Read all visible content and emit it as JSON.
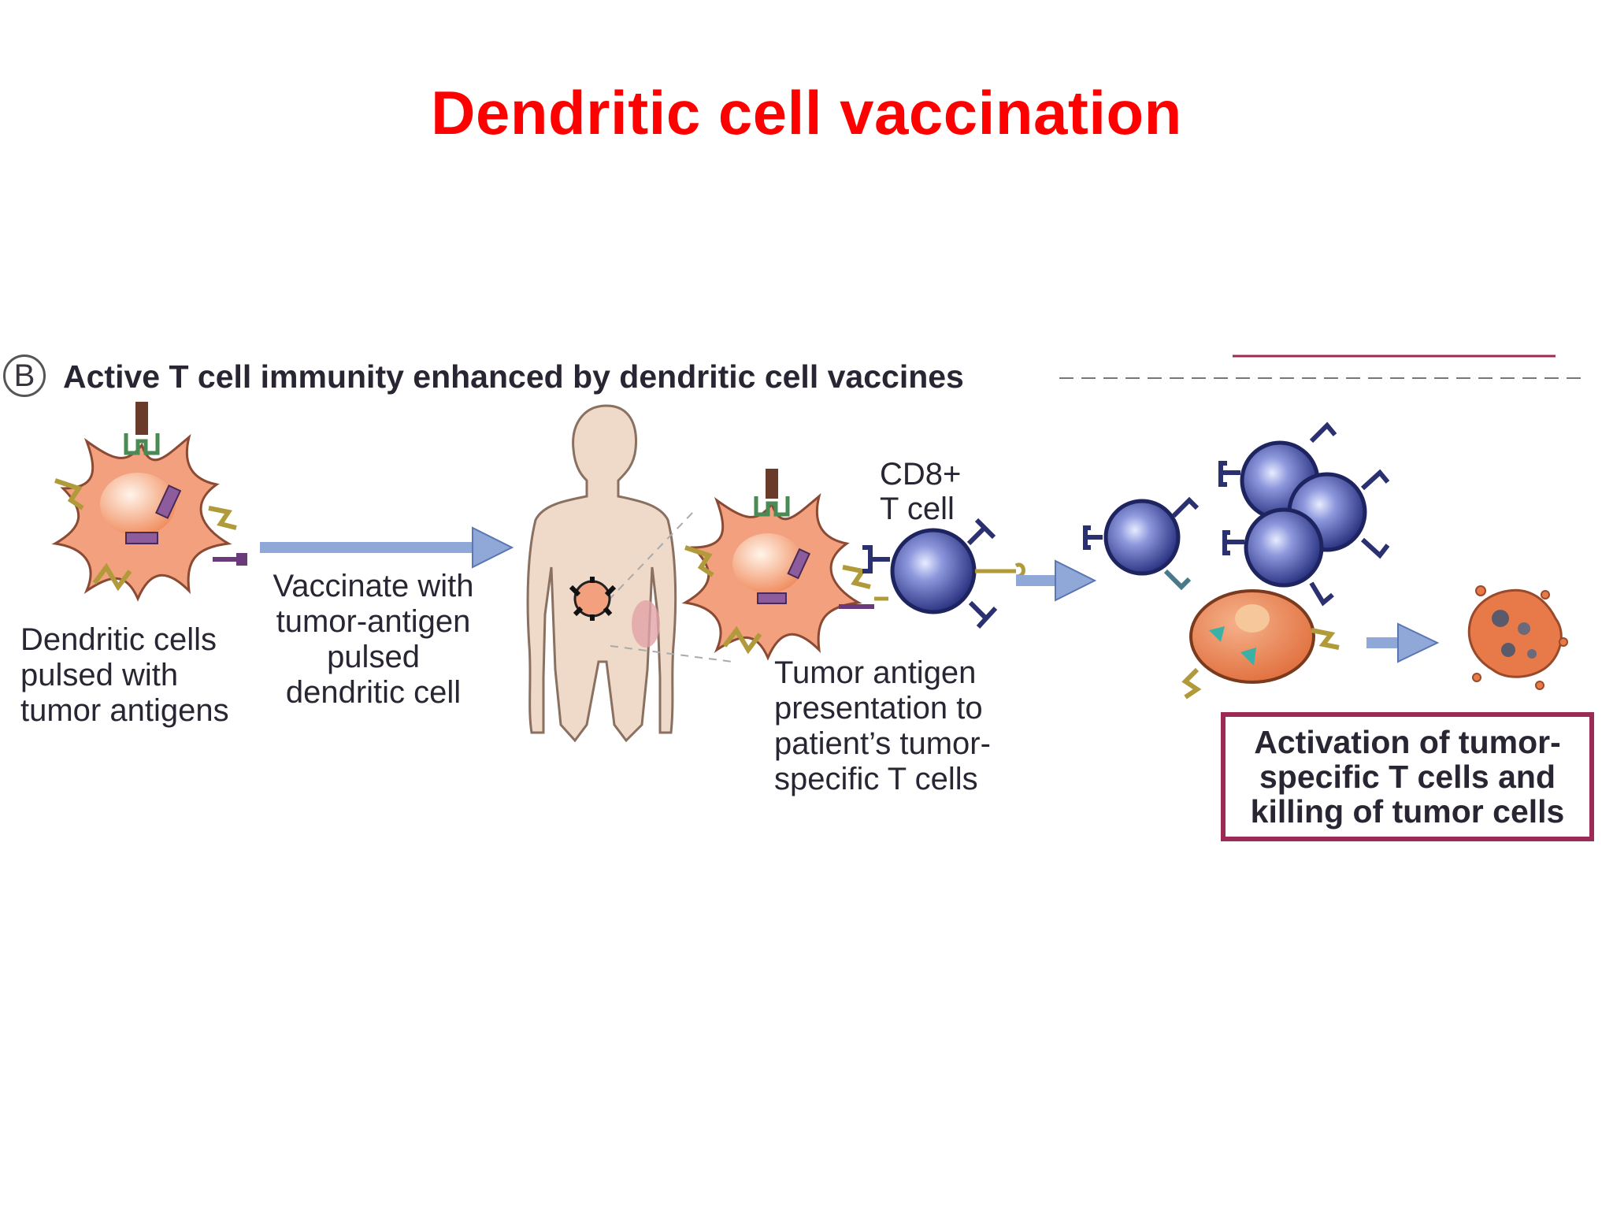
{
  "slide": {
    "title": "Dendritic cell vaccination"
  },
  "panel": {
    "letter": "B",
    "heading": "Active T cell immunity enhanced by dendritic cell vaccines"
  },
  "labels": {
    "dc_pulsed": [
      "Dendritic cells",
      "pulsed with",
      "tumor antigens"
    ],
    "vaccinate": [
      "Vaccinate with",
      "tumor-antigen",
      "pulsed",
      "dendritic cell"
    ],
    "cd8": [
      "CD8+",
      "T cell"
    ],
    "presentation": [
      "Tumor antigen",
      "presentation to",
      "patient’s tumor-",
      "specific T cells"
    ],
    "result": [
      "Activation of tumor-",
      "specific T cells and",
      "killing of tumor cells"
    ]
  },
  "colors": {
    "title": "#ff0000",
    "dendritic_cell": "#f2a07e",
    "t_cell": "#4a56b0",
    "arrow": "#8fa8d8",
    "body": "#efd9c8",
    "result_border": "#9c2a55"
  }
}
